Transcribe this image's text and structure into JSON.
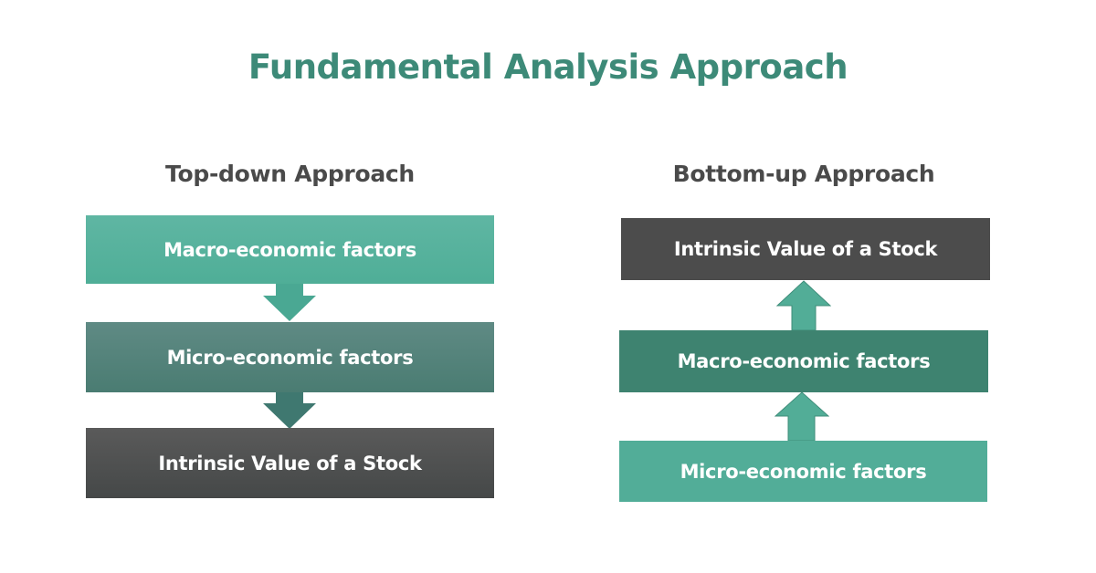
{
  "title": "Fundamental Analysis Approach",
  "colors": {
    "title": "#3d8a78",
    "section_title": "#4a4a4a",
    "teal_light": "#52b09a",
    "teal_mid": "#4a7f78",
    "teal_dark": "#3e8370",
    "charcoal": "#4c4c4c",
    "text_on_box": "#ffffff"
  },
  "top_down": {
    "heading": "Top-down Approach",
    "direction": "down",
    "steps": [
      {
        "label": "Macro-economic factors"
      },
      {
        "label": "Micro-economic factors"
      },
      {
        "label": "Intrinsic Value of a Stock"
      }
    ],
    "arrows": [
      {
        "icon": "arrow-down-icon"
      },
      {
        "icon": "arrow-down-icon"
      }
    ]
  },
  "bottom_up": {
    "heading": "Bottom-up Approach",
    "direction": "up",
    "steps": [
      {
        "label": "Intrinsic Value of a Stock"
      },
      {
        "label": "Macro-economic factors"
      },
      {
        "label": "Micro-economic factors"
      }
    ],
    "arrows": [
      {
        "icon": "arrow-up-icon"
      },
      {
        "icon": "arrow-up-icon"
      }
    ]
  }
}
